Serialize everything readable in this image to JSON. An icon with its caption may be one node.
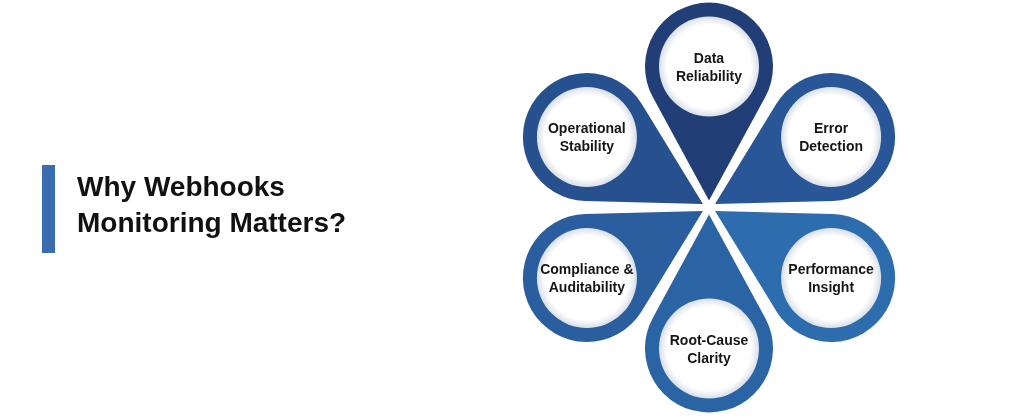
{
  "diagram": {
    "title": "Why Webhooks Monitoring Matters?",
    "nodes": [
      {
        "text": [
          "Data Reliability"
        ]
      },
      {
        "text": [
          "Operational Stability"
        ]
      },
      {
        "text": [
          "Error Detection"
        ]
      },
      {
        "text": [
          "Compliance & Auditability"
        ]
      },
      {
        "text": [
          "Performance Insight"
        ]
      },
      {
        "text": [
          "Root-Cause Clarity"
        ]
      }
    ]
  }
}
